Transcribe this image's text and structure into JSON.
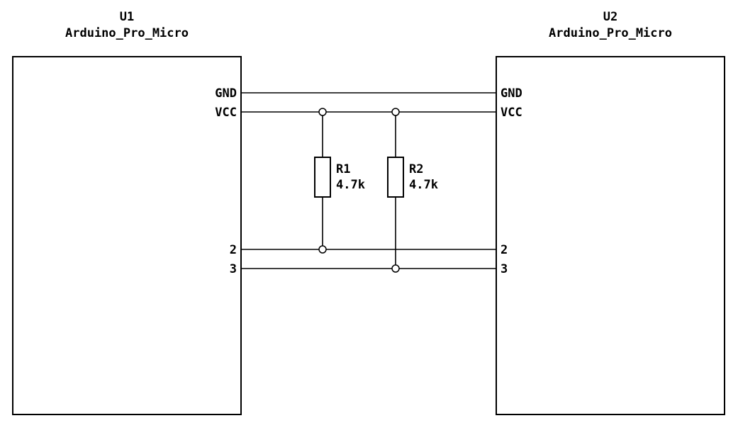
{
  "diagram": {
    "type": "schematic",
    "colors": {
      "stroke": "#000000",
      "background": "#ffffff"
    },
    "components": {
      "u1": {
        "ref": "U1",
        "value": "Arduino_Pro_Micro",
        "pins": {
          "gnd": "GND",
          "vcc": "VCC",
          "p2": "2",
          "p3": "3"
        }
      },
      "u2": {
        "ref": "U2",
        "value": "Arduino_Pro_Micro",
        "pins": {
          "gnd": "GND",
          "vcc": "VCC",
          "p2": "2",
          "p3": "3"
        }
      },
      "r1": {
        "ref": "R1",
        "value": "4.7k"
      },
      "r2": {
        "ref": "R2",
        "value": "4.7k"
      }
    },
    "nets": {
      "gnd": "GND",
      "vcc": "VCC",
      "sda": "2",
      "scl": "3"
    }
  }
}
